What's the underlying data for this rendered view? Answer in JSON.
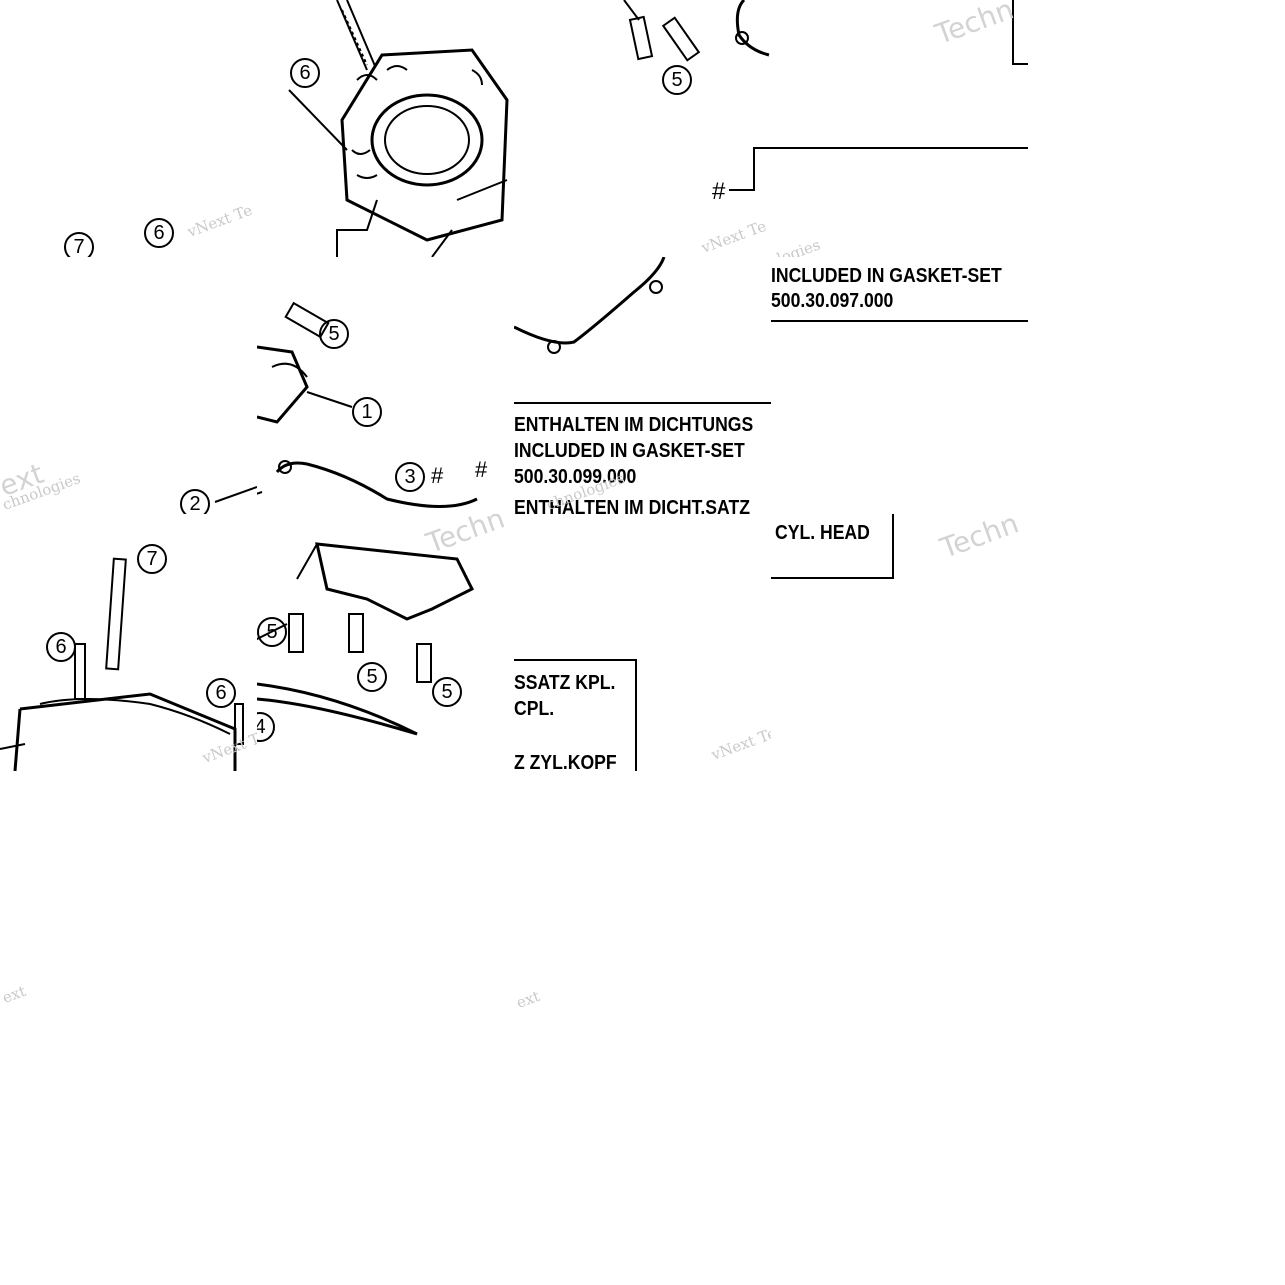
{
  "callouts": {
    "c1": "1",
    "c2": "2",
    "c3": "3",
    "c4": "4",
    "c5": "5",
    "c6": "6",
    "c7": "7",
    "hash": "#"
  },
  "notes": {
    "gasket_set_a": {
      "line1": "ENTHALTEN IM DICHTUNGS",
      "line2": "INCLUDED IN GASKET-SET",
      "line3": "500.30.099.000"
    },
    "gasket_set_b": {
      "line2": "INCLUDED IN GASKET-SET",
      "line3": "500.30.097.000"
    },
    "head_set": {
      "line1": "ENTHALTEN IM DICHT.SATZ",
      "line2": "CYL. HEAD"
    },
    "complete_set": {
      "line1": "SSATZ KPL.",
      "line2": "CPL.",
      "line3": "Z ZYL.KOPF"
    }
  },
  "watermarks": {
    "brand": "vNext Technologies",
    "short": "vNext Te",
    "mark": "Techn",
    "tail": "ext",
    "tail2": "chnologies",
    "mid": "ologies"
  }
}
